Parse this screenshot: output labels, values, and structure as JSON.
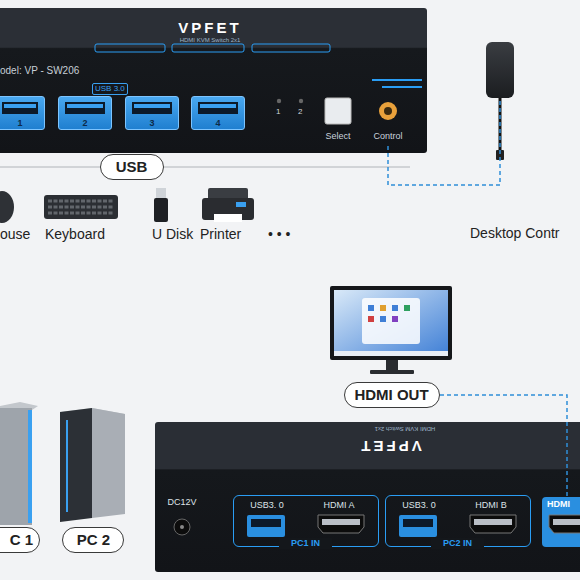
{
  "diagram": {
    "nodes": [
      {
        "text": [
          "VPFET",
          "HDMI KVM Switch 2x1"
        ]
      },
      {
        "text": [
          "1"
        ],
        "in": 0
      },
      {
        "text": [
          "2"
        ],
        "in": 0
      },
      {
        "text": [
          "3"
        ],
        "in": 0
      },
      {
        "text": [
          "4"
        ],
        "in": 0
      },
      {
        "text": [
          "Select"
        ],
        "in": 0
      },
      {
        "text": [
          "Control"
        ],
        "in": 0
      },
      {
        "text": [
          "USB"
        ]
      },
      {
        "text": [
          "Desktop Contr"
        ]
      },
      {
        "text": [
          "HDMI OUT"
        ]
      },
      {
        "text": [
          "C 1"
        ]
      },
      {
        "text": [
          "PC 2"
        ]
      },
      {
        "text": [
          "VPFET",
          "HDMI KVM Switch 2x1"
        ]
      },
      {
        "text": [
          "DC12V"
        ],
        "in": 12
      },
      {
        "text": [
          "PC1 IN"
        ],
        "in": 12
      },
      {
        "text": [
          "USB3. 0"
        ],
        "in": 14
      },
      {
        "text": [
          "HDMI A"
        ],
        "in": 14
      },
      {
        "text": [
          "PC2 IN"
        ],
        "in": 12
      },
      {
        "text": [
          "USB3. 0"
        ],
        "in": 17
      },
      {
        "text": [
          "HDMI B"
        ],
        "in": 17
      },
      {
        "text": [
          "HDMI"
        ],
        "in": 12
      }
    ],
    "edges": [
      {
        "from": 6,
        "to": 8,
        "arrow": "none"
      },
      {
        "from": 9,
        "to": 20,
        "arrow": "none"
      }
    ],
    "labels": [
      "odel: VP - SW206",
      "USB 3.0",
      "1",
      "2",
      "ouse",
      "Keyboard",
      "U Disk",
      "Printer",
      "• • •"
    ]
  }
}
